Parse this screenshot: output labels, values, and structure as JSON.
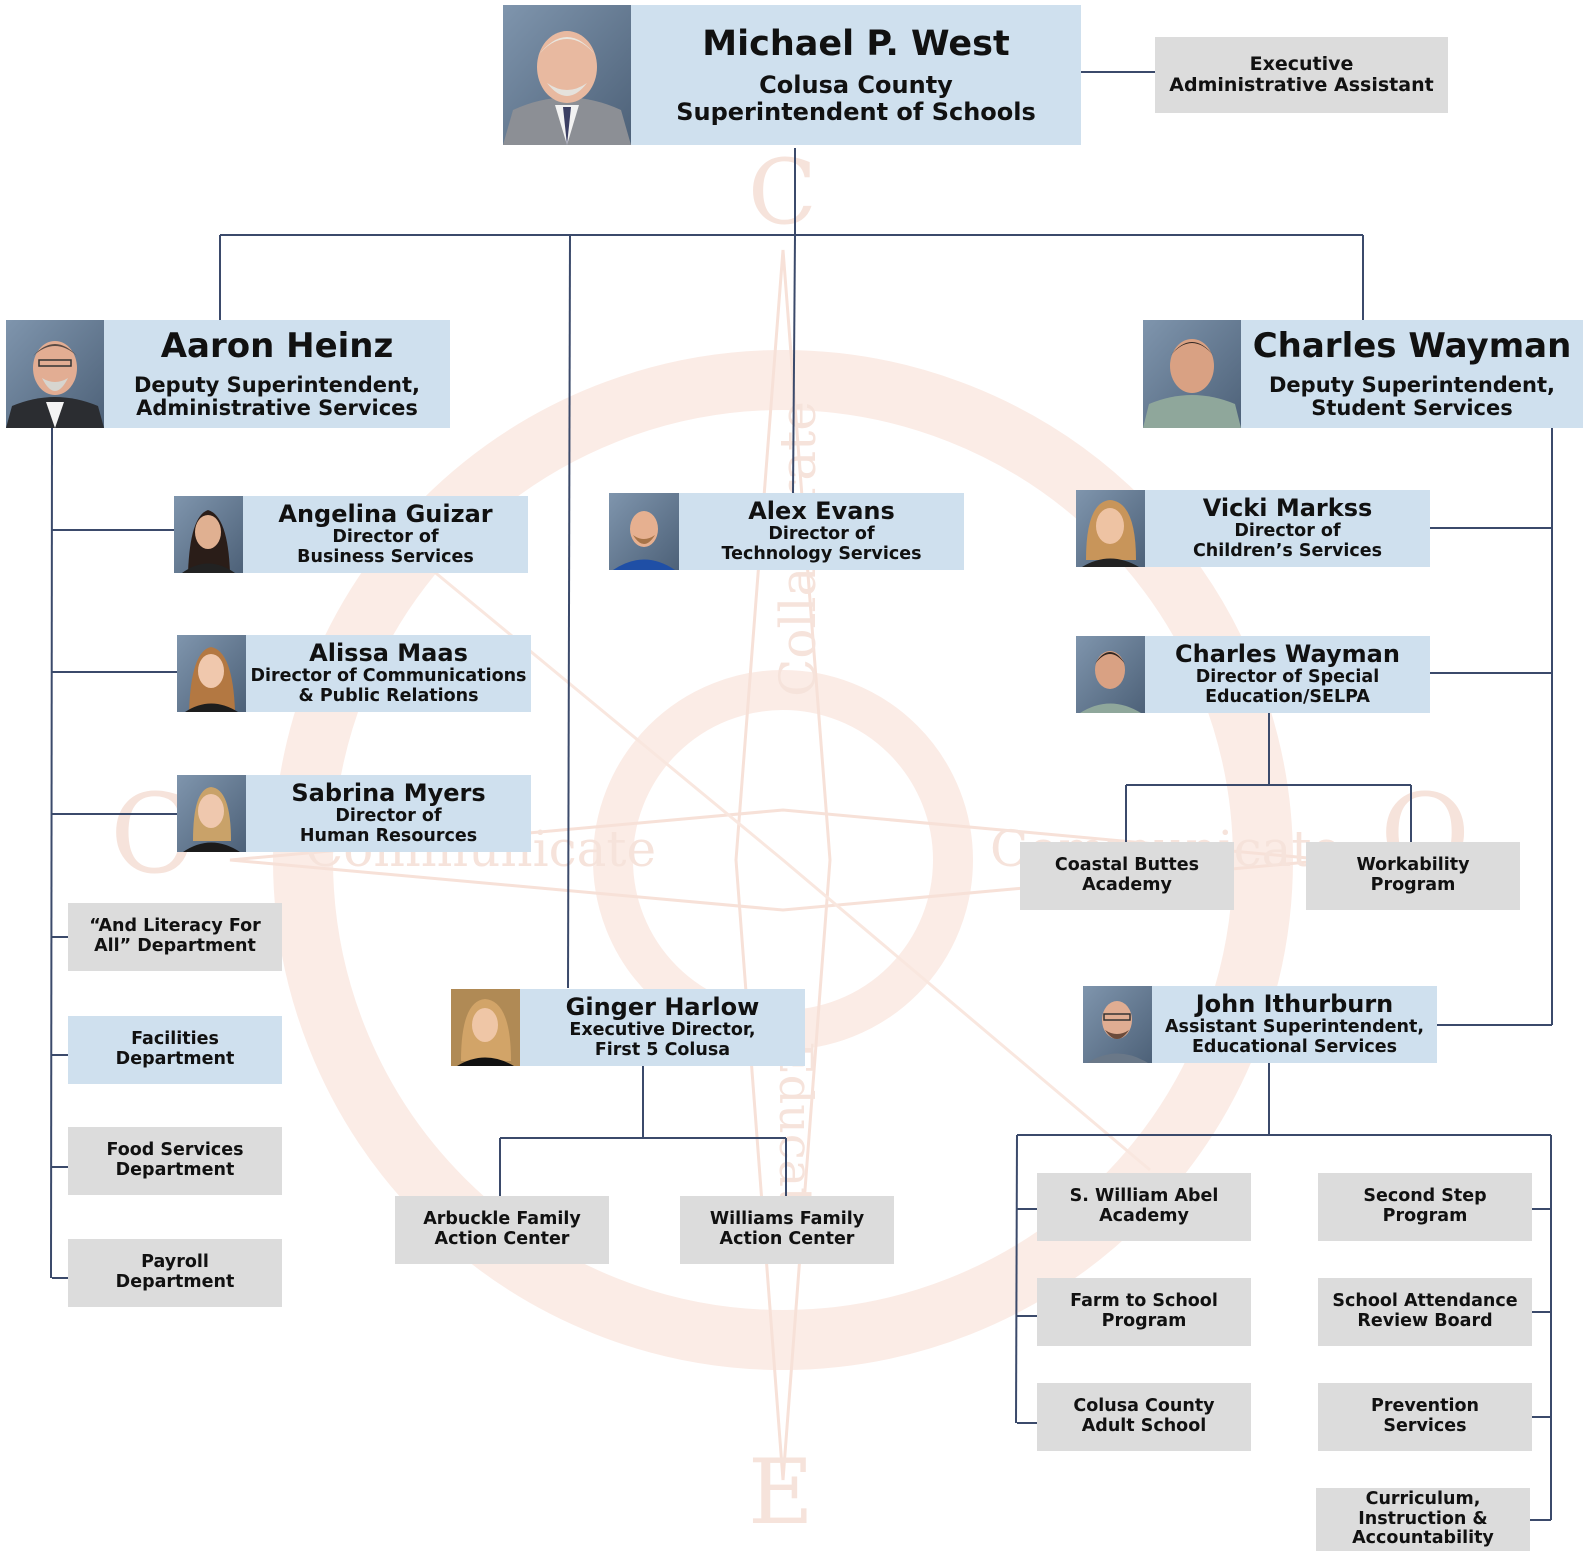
{
  "watermark": {
    "letters": [
      "C",
      "C",
      "O",
      "E"
    ],
    "words": [
      "Collaborate",
      "Communicate",
      "Communicate",
      "Educate"
    ],
    "color": "#f6e3db"
  },
  "colors": {
    "line": "#3b4a6b",
    "blue_box": "#cfe0ee",
    "gray_box": "#dcdcdc"
  },
  "superintendent": {
    "name": "Michael P. West",
    "title": "Colusa County\nSuperintendent of Schools",
    "photo": "portrait-photo"
  },
  "executive_assistant": {
    "label": "Executive\nAdministrative Assistant"
  },
  "deputy_admin": {
    "name": "Aaron Heinz",
    "title": "Deputy Superintendent,\nAdministrative Services",
    "photo": "portrait-photo"
  },
  "deputy_student": {
    "name": "Charles Wayman",
    "title": "Deputy Superintendent,\nStudent Services",
    "photo": "portrait-photo"
  },
  "directors": {
    "guizar": {
      "name": "Angelina Guizar",
      "title": "Director of\nBusiness Services"
    },
    "maas": {
      "name": "Alissa Maas",
      "title": "Director of Communications\n& Public Relations"
    },
    "myers": {
      "name": "Sabrina Myers",
      "title": "Director of\nHuman Resources"
    },
    "evans": {
      "name": "Alex Evans",
      "title": "Director of\nTechnology Services"
    },
    "markss": {
      "name": "Vicki Markss",
      "title": "Director of\nChildren’s Services"
    },
    "wayman_sped": {
      "name": "Charles Wayman",
      "title": "Director of Special\nEducation/SELPA"
    },
    "harlow": {
      "name": "Ginger Harlow",
      "title": "Executive Director,\nFirst 5 Colusa"
    },
    "ithurburn": {
      "name": "John Ithurburn",
      "title": "Assistant Superintendent,\nEducational Services"
    }
  },
  "admin_departments": [
    "“And Literacy For\nAll” Department",
    "Facilities\nDepartment",
    "Food Services\nDepartment",
    "Payroll\nDepartment"
  ],
  "first5_units": [
    "Arbuckle Family\nAction Center",
    "Williams Family\nAction Center"
  ],
  "sped_units": [
    "Coastal Buttes\nAcademy",
    "Workability\nProgram"
  ],
  "edservices_left": [
    "S. William Abel\nAcademy",
    "Farm to School\nProgram",
    "Colusa County\nAdult School"
  ],
  "edservices_right": [
    "Second Step\nProgram",
    "School Attendance\nReview Board",
    "Prevention\nServices",
    "Curriculum,\nInstruction &\nAccountability"
  ]
}
